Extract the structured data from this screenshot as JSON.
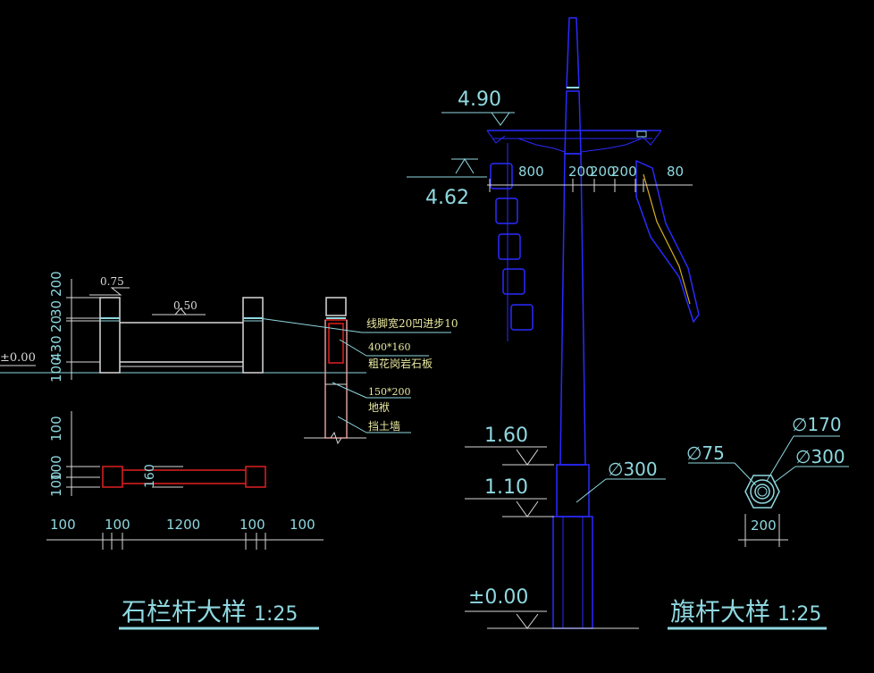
{
  "railing": {
    "title": "石栏杆大样",
    "scale": "1:25",
    "level_top": "0.75",
    "level_mid": "0.50",
    "level_zero": "±0.00",
    "vert_dims": [
      "200",
      "30",
      "20",
      "430",
      "100"
    ],
    "vert_dims_lower": [
      "100",
      "100",
      "100"
    ],
    "plan_dim_160": "160",
    "horiz_dims": [
      "100",
      "100",
      "1200",
      "100",
      "100"
    ],
    "note1": "线脚宽20凹进步10",
    "note2a": "400*160",
    "note2b": "粗花岗岩石板",
    "note3a": "150*200",
    "note3b": "地袱",
    "note4": "挡土墙"
  },
  "flagpole": {
    "title": "旗杆大样",
    "scale": "1:25",
    "level_490": "4.90",
    "level_462": "4.62",
    "level_160": "1.60",
    "level_110": "1.10",
    "level_000": "±0.00",
    "diam_300": "∅300",
    "top_dims": [
      "800",
      "200",
      "200",
      "200",
      "80"
    ],
    "plan_d75": "∅75",
    "plan_d170": "∅170",
    "plan_d300": "∅300",
    "plan_dim_200": "200"
  },
  "colors": {
    "cyan": "#8fd8e0",
    "blue": "#2a2aff",
    "red": "#e02020",
    "white": "#d9d9d9",
    "yellow": "#d8b020"
  }
}
